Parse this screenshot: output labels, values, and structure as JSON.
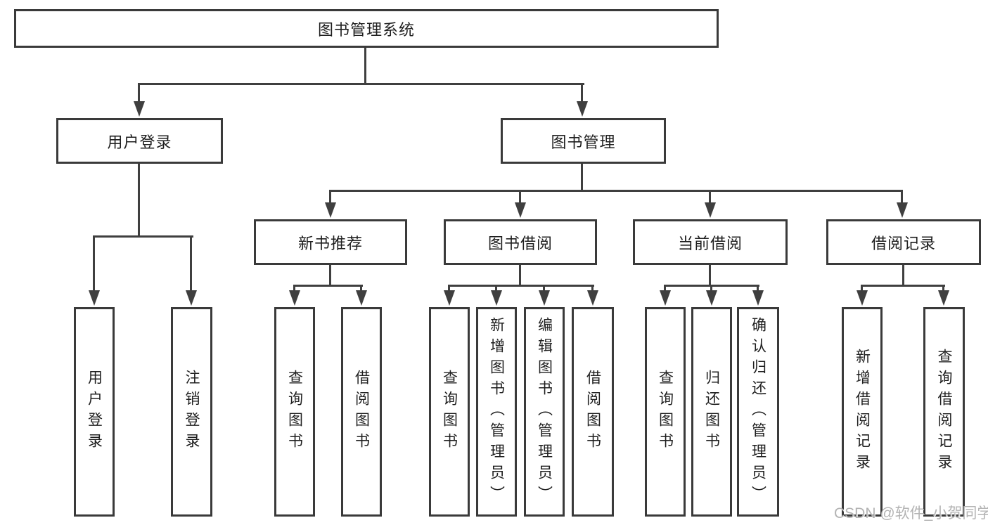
{
  "tree": {
    "label": "图书管理系统",
    "children": [
      {
        "label": "用户登录",
        "children": [
          {
            "label": "用户登录"
          },
          {
            "label": "注销登录"
          }
        ]
      },
      {
        "label": "图书管理",
        "children": [
          {
            "label": "新书推荐",
            "children": [
              {
                "label": "查询图书"
              },
              {
                "label": "借阅图书"
              }
            ]
          },
          {
            "label": "图书借阅",
            "children": [
              {
                "label": "查询图书"
              },
              {
                "label": "新增图书（管理员）"
              },
              {
                "label": "编辑图书（管理员）"
              },
              {
                "label": "借阅图书"
              }
            ]
          },
          {
            "label": "当前借阅",
            "children": [
              {
                "label": "查询图书"
              },
              {
                "label": "归还图书"
              },
              {
                "label": "确认归还（管理员）"
              }
            ]
          },
          {
            "label": "借阅记录",
            "children": [
              {
                "label": "新增借阅记录"
              },
              {
                "label": "查询借阅记录"
              }
            ]
          }
        ]
      }
    ]
  },
  "watermark": {
    "text": "CSDN @软件_小贺同学"
  },
  "colors": {
    "border": "#3a3a3a",
    "line": "#3f3f3f",
    "text": "#1f1f1f",
    "watermark": "#b3b3b3",
    "background": "#ffffff"
  }
}
